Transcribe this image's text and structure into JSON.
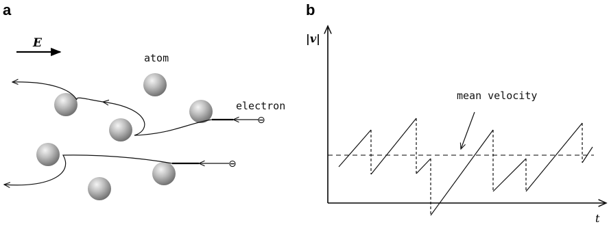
{
  "panel_a": {
    "label": "a",
    "field_label": "E",
    "atom_label": "atom",
    "electron_label": "electron",
    "electron_symbol": "⊖"
  },
  "panel_b": {
    "label": "b",
    "y_axis_label": "|v|",
    "x_axis_label": "t",
    "mean_label": "mean velocity"
  },
  "colors": {
    "ink": "#000000",
    "atom_light": "#f2f2f2",
    "atom_dark": "#7d7d7d"
  }
}
